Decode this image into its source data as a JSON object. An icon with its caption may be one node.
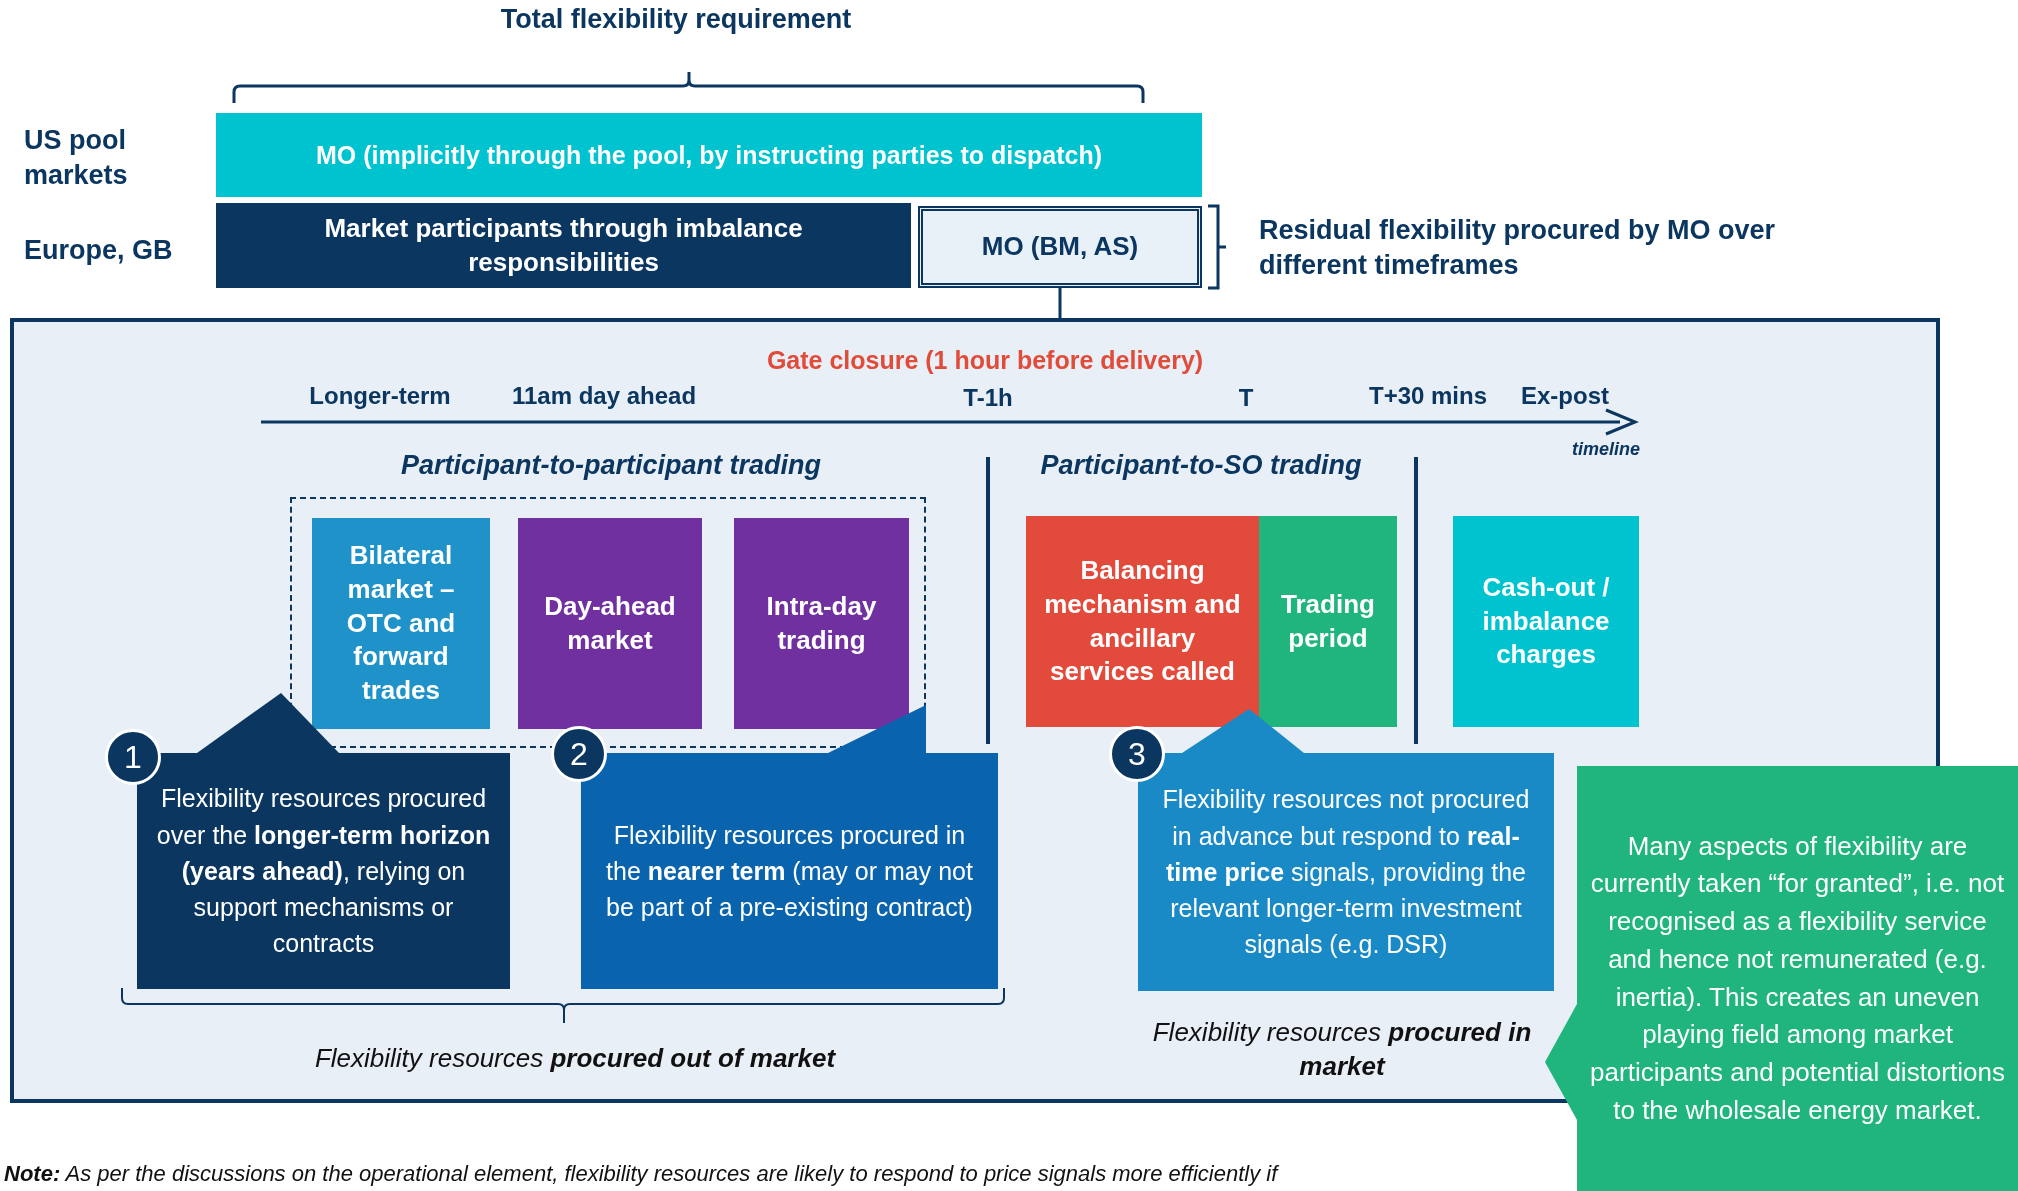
{
  "diagram": {
    "nodes": [
      {
        "text": [
          "MO (implicitly through the pool, by instructing parties to dispatch)"
        ]
      },
      {
        "text": [
          "Market participants through imbalance responsibilities"
        ]
      },
      {
        "text": [
          "MO (BM, AS)"
        ]
      },
      {
        "text": [],
        "shape": "box"
      },
      {
        "text": [],
        "shape": "box",
        "in": 3
      },
      {
        "text": [
          "Bilateral market – OTC and forward trades"
        ],
        "in": 4
      },
      {
        "text": [
          "Day-ahead market"
        ],
        "in": 4
      },
      {
        "text": [
          "Intra-day trading"
        ],
        "in": 4
      },
      {
        "text": [
          "Balancing mechanism and ancillary services called"
        ],
        "in": 3
      },
      {
        "text": [
          "Trading period"
        ],
        "in": 3
      },
      {
        "text": [
          "Cash-out / imbalance charges"
        ],
        "in": 3
      },
      {
        "text": [
          "1",
          "Flexibility resources procured over the **longer-term horizon (years ahead)**, relying on support mechanisms or contracts"
        ],
        "in": 3
      },
      {
        "text": [
          "2",
          "Flexibility resources procured in the **nearer term** (may or may not be part of a pre-existing contract)"
        ],
        "in": 3
      },
      {
        "text": [
          "3",
          "Flexibility resources not procured in advance but respond to **real-time price** signals, providing the relevant longer-term investment signals (e.g. DSR)"
        ],
        "in": 3
      },
      {
        "text": [
          "Many aspects of flexibility are currently taken “for granted”, i.e. not recognised as a flexibility service and hence not remunerated (e.g. inertia). This creates an uneven playing field among market participants and potential distortions to the wholesale energy market."
        ]
      }
    ],
    "edges": [
      {
        "from": 2,
        "to": 3,
        "arrow": "none"
      }
    ],
    "labels": [
      "Total flexibility requirement",
      "US pool markets",
      "Europe, GB",
      "Residual flexibility procured by MO over different timeframes",
      "Gate closure (1 hour before delivery)",
      "Longer-term",
      "11am day ahead",
      "T-1h",
      "T",
      "T+30 mins",
      "Ex-post",
      "timeline",
      "Participant-to-participant trading",
      "Participant-to-SO trading",
      "Flexibility resources **procured in market**",
      "Flexibility resources **procured out of market**",
      "**Note:** As per the discussions on the operational element, flexibility resources are likely to respond to price signals more efficiently if"
    ]
  }
}
